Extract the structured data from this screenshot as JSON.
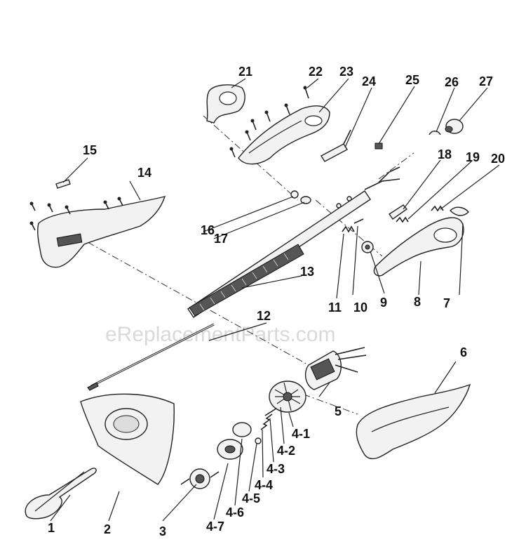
{
  "watermark": "eReplacementParts.com",
  "labels": {
    "l1": "1",
    "l2": "2",
    "l3": "3",
    "l4_7": "4-7",
    "l4_6": "4-6",
    "l4_5": "4-5",
    "l4_4": "4-4",
    "l4_3": "4-3",
    "l4_2": "4-2",
    "l4_1": "4-1",
    "l5": "5",
    "l6": "6",
    "l7": "7",
    "l8": "8",
    "l9": "9",
    "l10": "10",
    "l11": "11",
    "l12": "12",
    "l13": "13",
    "l14": "14",
    "l15": "15",
    "l16": "16",
    "l17": "17",
    "l18": "18",
    "l19": "19",
    "l20": "20",
    "l21": "21",
    "l22": "22",
    "l23": "23",
    "l24": "24",
    "l25": "25",
    "l26": "26",
    "l27": "27"
  }
}
